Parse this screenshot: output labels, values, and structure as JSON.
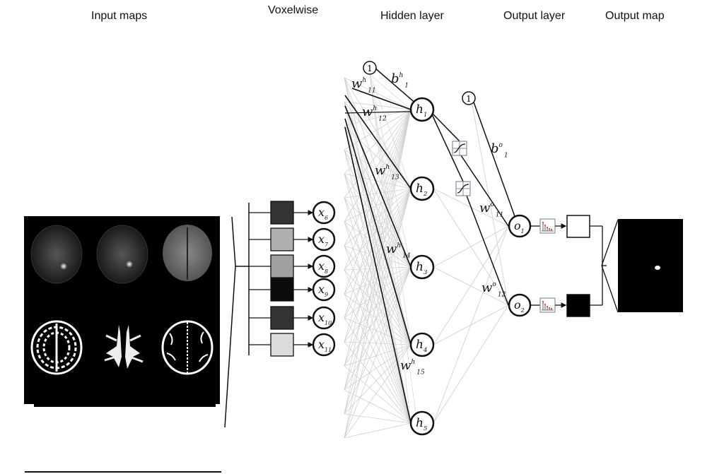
{
  "headers": {
    "input_maps": "Input maps",
    "voxelwise": "Voxelwise",
    "hidden_layer": "Hidden layer",
    "output_layer": "Output layer",
    "output_map": "Output map"
  },
  "input_maps": {
    "rows": 2,
    "cols": 3,
    "description": "Six axial brain MRI slices: three intensity maps (top), three binary tissue masks (bottom)"
  },
  "voxelwise": {
    "feature_swatches": [
      "#333333",
      "#b0b0b0",
      "#a0a0a0",
      "#0c0c0c",
      "#333333",
      "#dcdcdc"
    ],
    "inputs": [
      {
        "var": "x",
        "sub": "6"
      },
      {
        "var": "x",
        "sub": "7"
      },
      {
        "var": "x",
        "sub": "8"
      },
      {
        "var": "x",
        "sub": "9"
      },
      {
        "var": "x",
        "sub": "10"
      },
      {
        "var": "x",
        "sub": "11"
      }
    ]
  },
  "hidden_layer": {
    "bias_node": "1",
    "bias_label": {
      "var": "b",
      "sup": "h",
      "sub": "1"
    },
    "nodes": [
      {
        "var": "h",
        "sub": "1"
      },
      {
        "var": "h",
        "sub": "2"
      },
      {
        "var": "h",
        "sub": "3"
      },
      {
        "var": "h",
        "sub": "4"
      },
      {
        "var": "h",
        "sub": "5"
      }
    ],
    "weight_labels": [
      {
        "var": "w",
        "sup": "h",
        "sub": "11"
      },
      {
        "var": "w",
        "sup": "h",
        "sub": "12"
      },
      {
        "var": "w",
        "sup": "h",
        "sub": "13"
      },
      {
        "var": "w",
        "sup": "h",
        "sub": "14"
      },
      {
        "var": "w",
        "sup": "h",
        "sub": "15"
      }
    ],
    "activation": "sigmoid"
  },
  "output_layer": {
    "bias_node": "1",
    "bias_label": {
      "var": "b",
      "sup": "o",
      "sub": "1"
    },
    "nodes": [
      {
        "var": "o",
        "sub": "1"
      },
      {
        "var": "o",
        "sub": "2"
      }
    ],
    "weight_labels": [
      {
        "var": "w",
        "sup": "o",
        "sub": "11"
      },
      {
        "var": "w",
        "sup": "o",
        "sub": "12"
      }
    ],
    "activation": "softmax-histogram",
    "class_boxes": [
      "#ffffff",
      "#000000"
    ]
  },
  "output_map": {
    "description": "Black map with single white lesion spot"
  },
  "colors": {
    "line": "#111111",
    "faint_line": "#cfcfcf",
    "icon_border": "#8a8aa8",
    "hist_red": "#cc2222"
  }
}
